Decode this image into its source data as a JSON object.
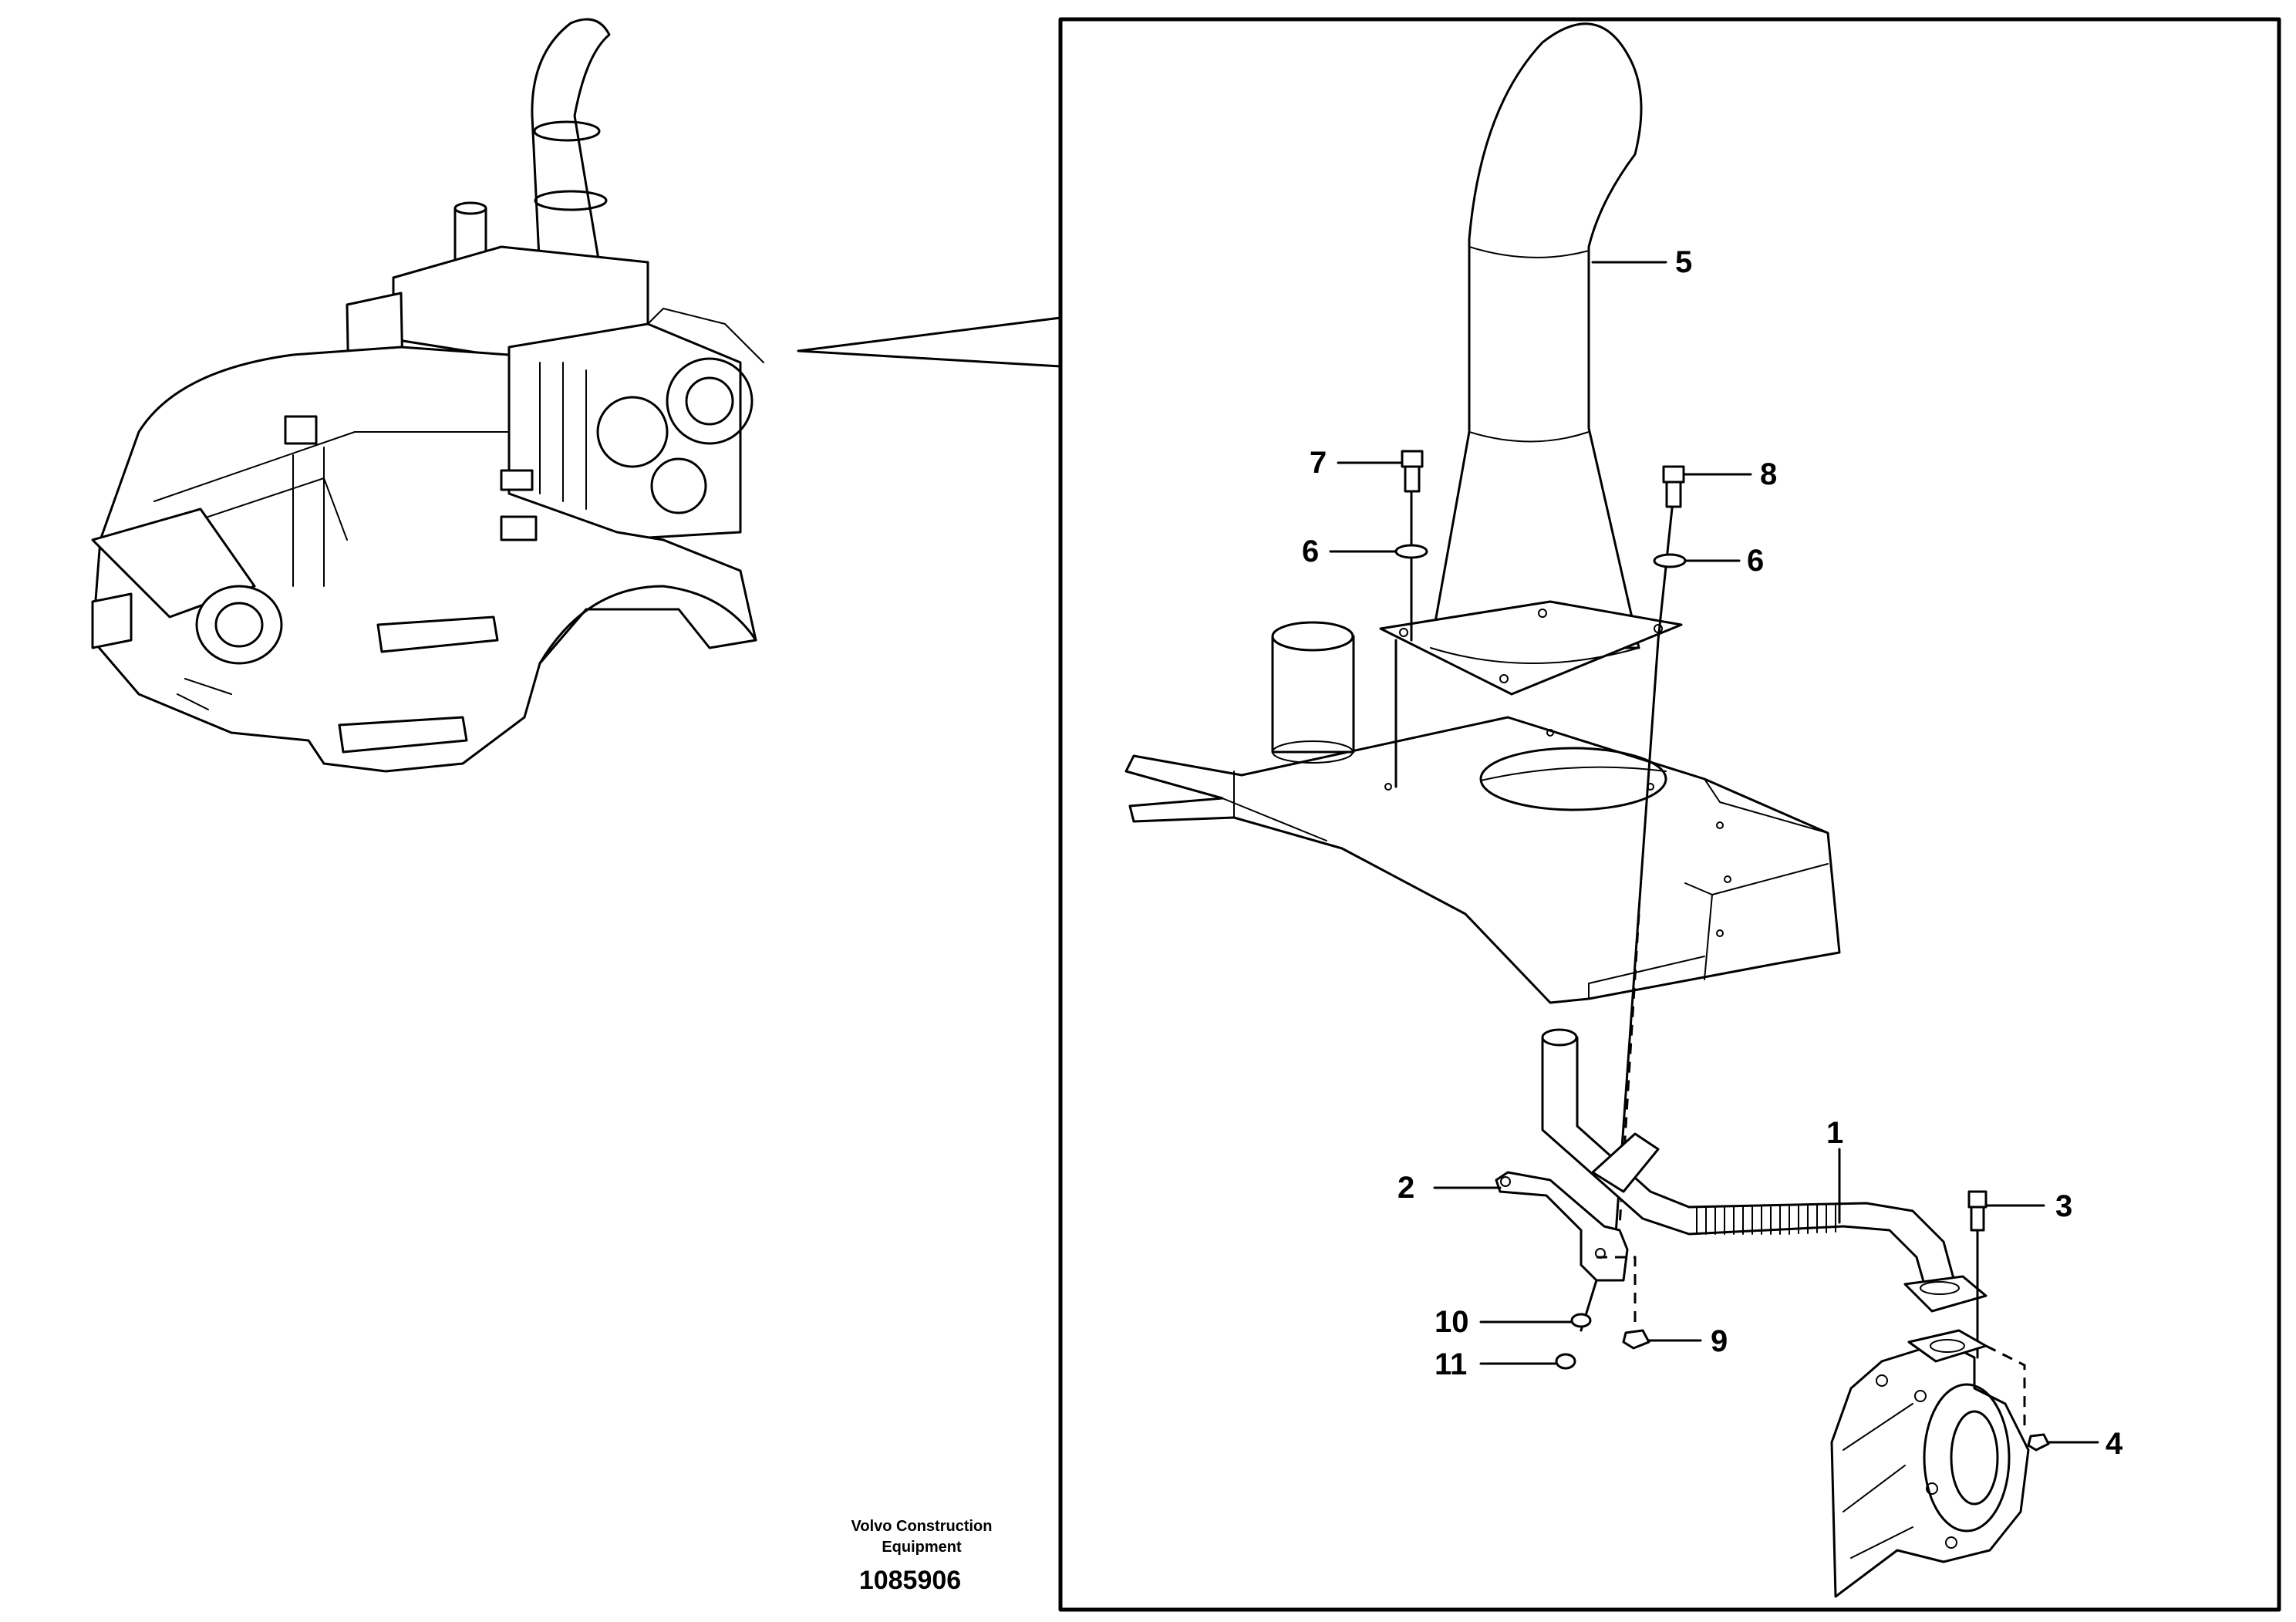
{
  "diagram": {
    "callouts": [
      {
        "id": "1",
        "label": "1"
      },
      {
        "id": "2",
        "label": "2"
      },
      {
        "id": "3",
        "label": "3"
      },
      {
        "id": "4",
        "label": "4"
      },
      {
        "id": "5",
        "label": "5"
      },
      {
        "id": "6a",
        "label": "6"
      },
      {
        "id": "6b",
        "label": "6"
      },
      {
        "id": "7",
        "label": "7"
      },
      {
        "id": "8",
        "label": "8"
      },
      {
        "id": "9",
        "label": "9"
      },
      {
        "id": "10",
        "label": "10"
      },
      {
        "id": "11",
        "label": "11"
      }
    ]
  },
  "footer": {
    "company_line1": "Volvo Construction",
    "company_line2": "Equipment",
    "drawing_number": "1085906"
  }
}
